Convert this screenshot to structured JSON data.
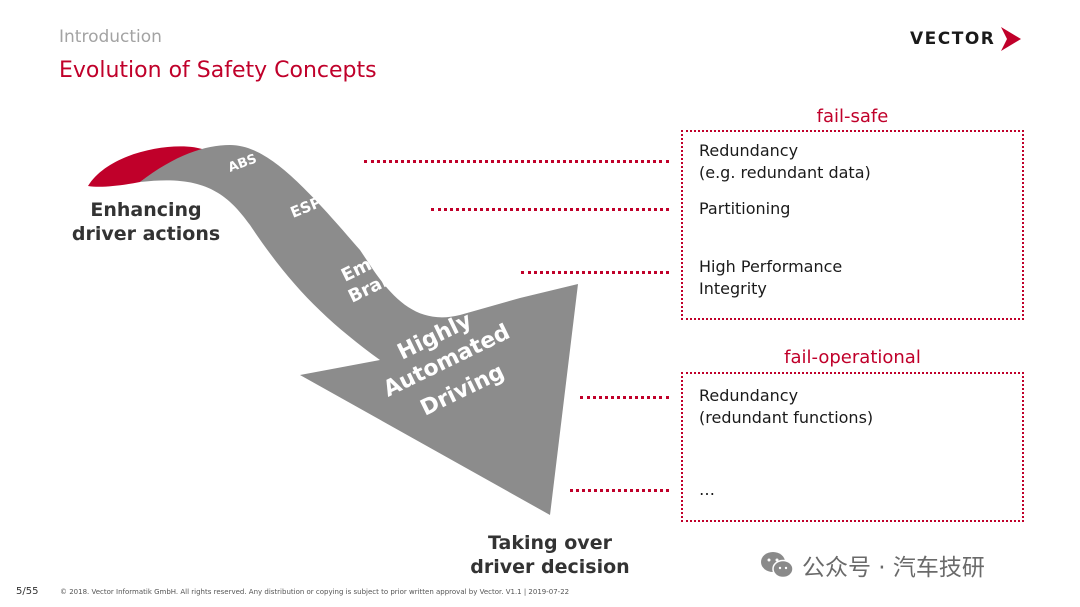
{
  "header": {
    "section": "Introduction",
    "title": "Evolution of Safety Concepts",
    "logo_text": "VECTOR"
  },
  "arrow": {
    "labels": [
      "ABS",
      "ESP",
      "Emerg.",
      "Braking",
      "Highly",
      "Automated",
      "Driving"
    ]
  },
  "captions": {
    "start": "Enhancing\ndriver actions",
    "end": "Taking over\ndriver decision"
  },
  "fail_safe": {
    "heading": "fail-safe",
    "items": [
      "Redundancy\n(e.g. redundant data)",
      "Partitioning",
      "High Performance\nIntegrity"
    ]
  },
  "fail_operational": {
    "heading": "fail-operational",
    "items": [
      "Redundancy\n(redundant functions)",
      "…"
    ]
  },
  "footer": {
    "page": "5/55",
    "copyright": "© 2018. Vector Informatik GmbH. All rights reserved. Any distribution or copying is subject to prior written approval by Vector. V1.1 | 2019-07-22"
  },
  "watermark": {
    "text": "公众号 · 汽车技研"
  },
  "colors": {
    "accent": "#c0002a",
    "arrow": "#8c8c8c"
  }
}
